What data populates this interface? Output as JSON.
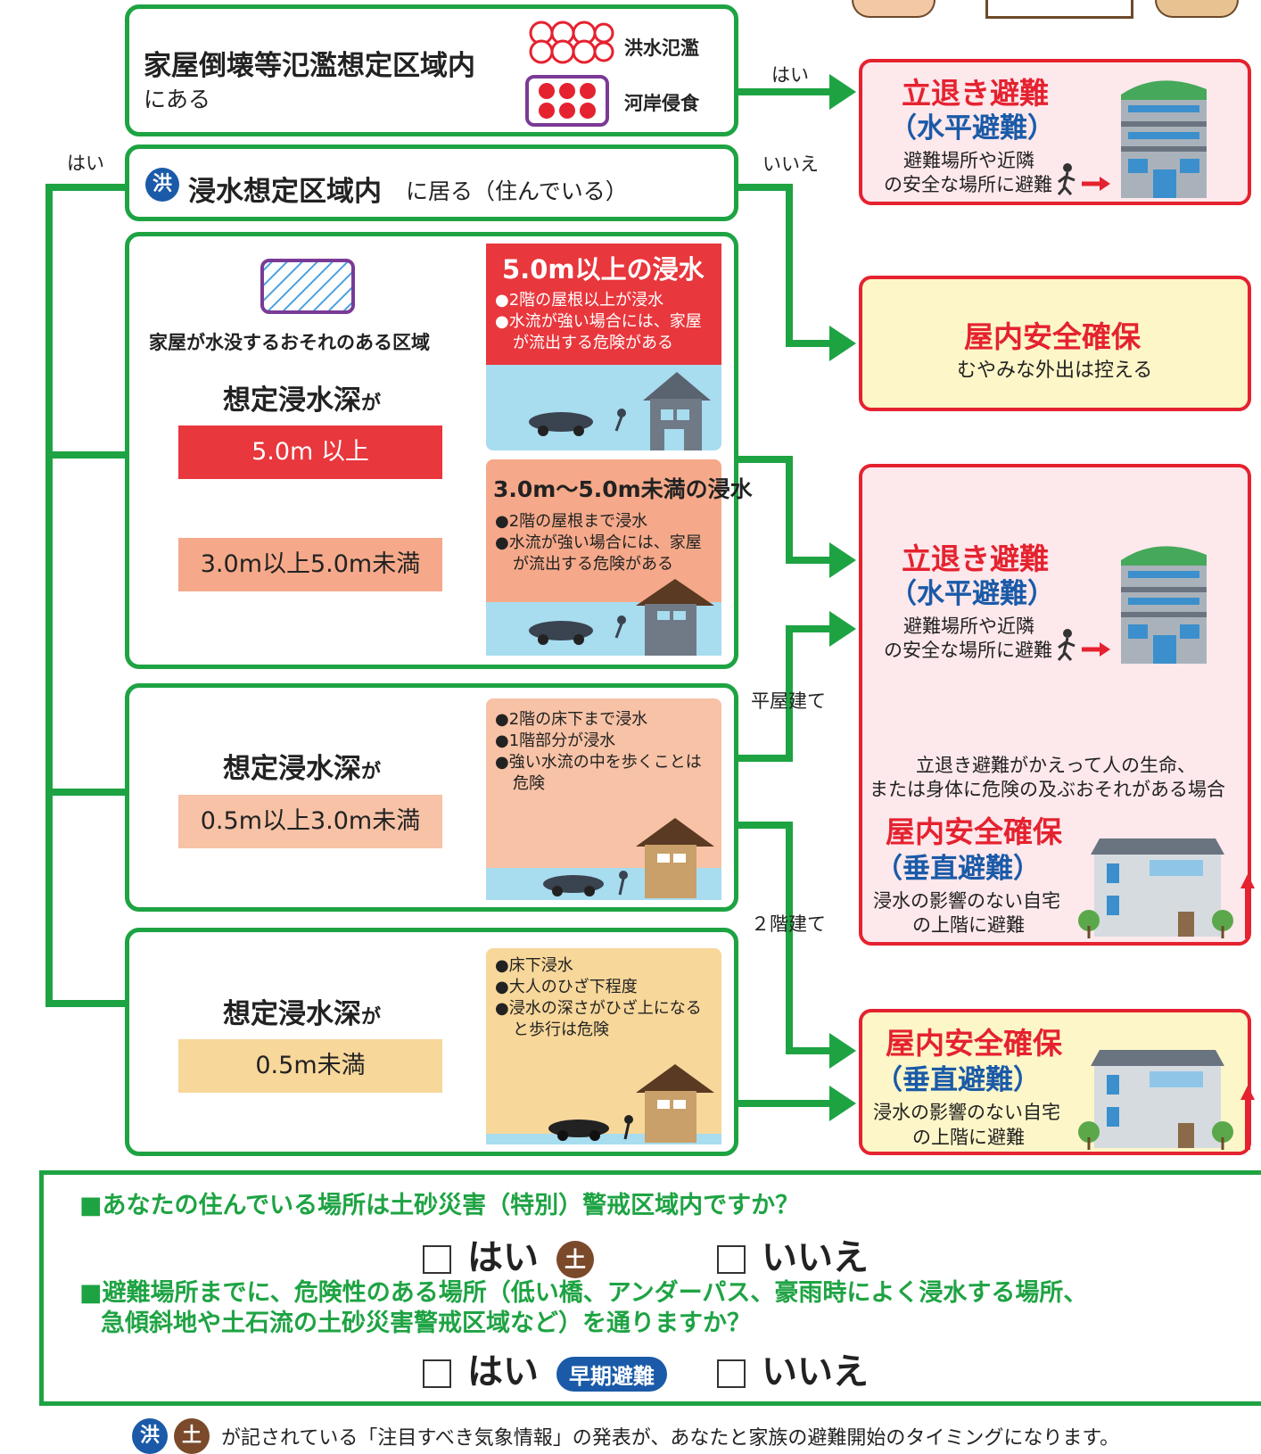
{
  "top_box": {
    "line1": "家屋倒壊等氾濫想定区域内",
    "line2": "にある",
    "legend1": "洪水氾濫",
    "legend2": "河岸侵食"
  },
  "flood_zone": {
    "badge": "洪",
    "emph": "浸水想定区域内",
    "rest": "に居る（住んでいる）"
  },
  "labels": {
    "hai_top": "はい",
    "hai_left": "はい",
    "iie": "いいえ",
    "hiraya": "平屋建て",
    "nikai": "２階建て"
  },
  "deep_box": {
    "hatch_caption": "家屋が水没するおそれのある区域",
    "depth_title": "想定浸水深",
    "depth_suffix": "が",
    "bar1": "5.0m 以上",
    "bar2": "3.0m以上5.0m未満",
    "panel1_title": "5.0m以上の浸水",
    "panel1_b1": "●2階の屋根以上が浸水",
    "panel1_b2": "●水流が強い場合には、家屋",
    "panel1_b3": "が流出する危険がある",
    "panel2_title": "3.0m～5.0m未満の浸水",
    "panel2_b1": "●2階の屋根まで浸水",
    "panel2_b2": "●水流が強い場合には、家屋",
    "panel2_b3": "が流出する危険がある"
  },
  "mid_box": {
    "depth_title": "想定浸水深",
    "depth_suffix": "が",
    "bar": "0.5m以上3.0m未満",
    "b1": "●2階の床下まで浸水",
    "b2": "●1階部分が浸水",
    "b3": "●強い水流の中を歩くことは",
    "b4": "危険"
  },
  "low_box": {
    "depth_title": "想定浸水深",
    "depth_suffix": "が",
    "bar": "0.5m未満",
    "b1": "●床下浸水",
    "b2": "●大人のひざ下程度",
    "b3": "●浸水の深さがひざ上になる",
    "b4": "と歩行は危険"
  },
  "results": {
    "r1_title": "立退き避難",
    "r1_sub": "（水平避難）",
    "r1_d1": "避難場所や近隣",
    "r1_d2": "の安全な場所に避難",
    "r2_title": "屋内安全確保",
    "r2_desc": "むやみな外出は控える",
    "r3_title": "立退き避難",
    "r3_sub": "（水平避難）",
    "r3_d1": "避難場所や近隣",
    "r3_d2": "の安全な場所に避難",
    "r3_note1": "立退き避難がかえって人の生命、",
    "r3_note2": "または身体に危険の及ぶおそれがある場合",
    "r3_title2": "屋内安全確保",
    "r3_sub2": "（垂直避難）",
    "r3_d3": "浸水の影響のない自宅",
    "r3_d4": "の上階に避難",
    "r4_title": "屋内安全確保",
    "r4_sub": "（垂直避難）",
    "r4_d1": "浸水の影響のない自宅",
    "r4_d2": "の上階に避難"
  },
  "questions": {
    "q1": "■あなたの住んでいる場所は土砂災害（特別）警戒区域内ですか？",
    "q1_yes": "はい",
    "q1_badge": "土",
    "q1_no": "いいえ",
    "q2_l1": "■避難場所までに、危険性のある場所（低い橋、アンダーパス、豪雨時によく浸水する場所、",
    "q2_l2": "急傾斜地や土石流の土砂災害警戒区域など）を通りますか？",
    "q2_yes": "はい",
    "q2_badge": "早期避難",
    "q2_no": "いいえ"
  },
  "footer": {
    "badge1": "洪",
    "badge2": "土",
    "text": "が記されている「注目すべき気象情報」の発表が、あなたと家族の避難開始のタイミングになります。"
  },
  "colors": {
    "green": "#1ea343",
    "red": "#e5222f",
    "blue": "#1a5aa8",
    "salmon": "#f5a98a",
    "sand": "#f7d79a",
    "water": "#a8dcef"
  }
}
